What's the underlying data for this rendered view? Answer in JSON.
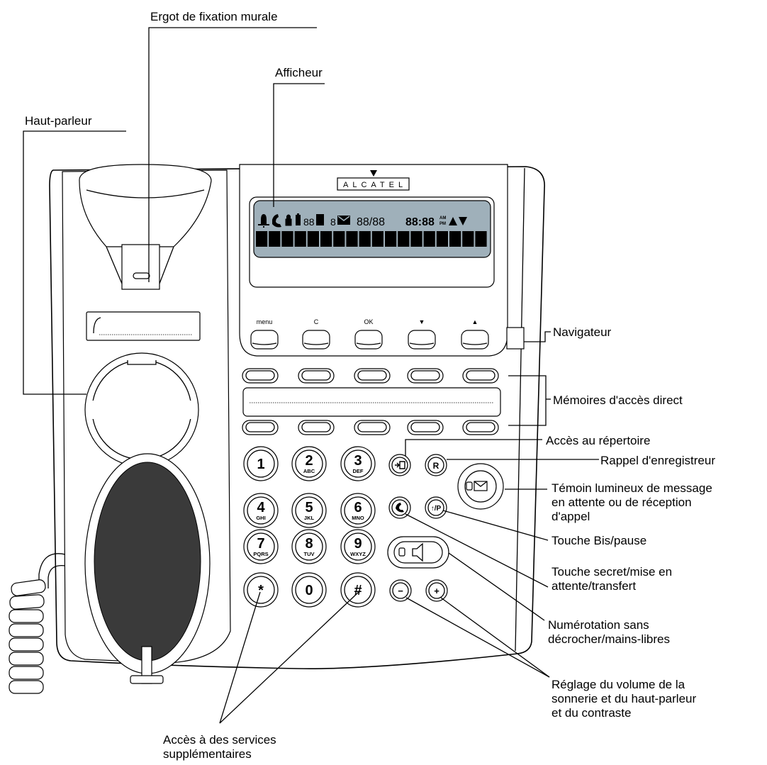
{
  "brand": "ALCATEL",
  "display": {
    "digits_a": "88",
    "digits_b": "8",
    "date": "88/88",
    "time": "88:88",
    "am": "AM",
    "pm": "PM"
  },
  "softkeys": [
    "menu",
    "C",
    "OK",
    "▼",
    "▲"
  ],
  "keypad": [
    {
      "digit": "1",
      "letters": ""
    },
    {
      "digit": "2",
      "letters": "ABC"
    },
    {
      "digit": "3",
      "letters": "DEF"
    },
    {
      "digit": "4",
      "letters": "GHI"
    },
    {
      "digit": "5",
      "letters": "JKL"
    },
    {
      "digit": "6",
      "letters": "MNO"
    },
    {
      "digit": "7",
      "letters": "PQRS"
    },
    {
      "digit": "8",
      "letters": "TUV"
    },
    {
      "digit": "9",
      "letters": "WXYZ"
    },
    {
      "digit": "*",
      "letters": ""
    },
    {
      "digit": "0",
      "letters": ""
    },
    {
      "digit": "#",
      "letters": ""
    }
  ],
  "function_keys": {
    "recall": "R",
    "redial": "↑/P",
    "minus": "−",
    "plus": "+"
  },
  "labels": {
    "ergot": "Ergot de fixation murale",
    "afficheur": "Afficheur",
    "haut_parleur": "Haut-parleur",
    "navigateur": "Navigateur",
    "memoires": "Mémoires d'accès direct",
    "repertoire": "Accès au répertoire",
    "rappel": "Rappel d'enregistreur",
    "temoin_1": "Témoin lumineux de message",
    "temoin_2": "en attente ou de réception",
    "temoin_3": "d'appel",
    "bis": "Touche Bis/pause",
    "secret_1": "Touche secret/mise en",
    "secret_2": "attente/transfert",
    "numerotation_1": "Numérotation sans",
    "numerotation_2": "décrocher/mains-libres",
    "volume_1": "Réglage du volume de la",
    "volume_2": "sonnerie et du haut-parleur",
    "volume_3": "et du contraste",
    "services_1": "Accès à des services",
    "services_2": "supplémentaires"
  }
}
